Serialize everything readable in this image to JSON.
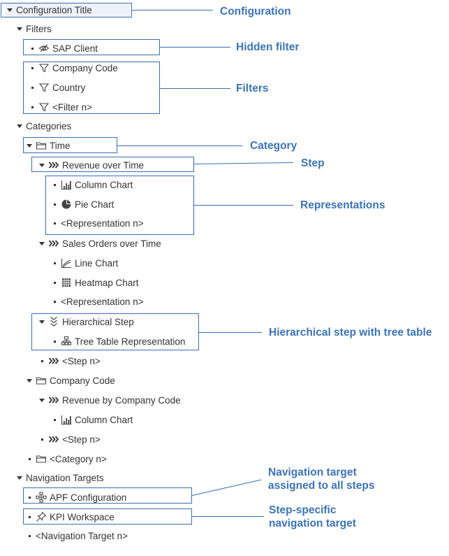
{
  "tree": [
    {
      "id": "config-title",
      "label": "Configuration Title",
      "expander": "arrow",
      "icon": ""
    },
    {
      "id": "filters",
      "label": "Filters",
      "expander": "arrow",
      "icon": ""
    },
    {
      "id": "sap-client",
      "label": "SAP Client",
      "expander": "dot",
      "icon": "eye-hidden-icon"
    },
    {
      "id": "company-code-filter",
      "label": "Company Code",
      "expander": "dot",
      "icon": "funnel-icon"
    },
    {
      "id": "country",
      "label": "Country",
      "expander": "dot",
      "icon": "funnel-icon"
    },
    {
      "id": "filter-n",
      "label": "<Filter n>",
      "expander": "dot",
      "icon": "funnel-icon"
    },
    {
      "id": "categories",
      "label": "Categories",
      "expander": "arrow",
      "icon": ""
    },
    {
      "id": "time",
      "label": "Time",
      "expander": "arrow",
      "icon": "folder-icon"
    },
    {
      "id": "revenue-over-time",
      "label": "Revenue over Time",
      "expander": "arrow",
      "icon": "step-chevrons-icon"
    },
    {
      "id": "column-chart-1",
      "label": "Column Chart",
      "expander": "dot",
      "icon": "column-chart-icon"
    },
    {
      "id": "pie-chart",
      "label": "Pie Chart",
      "expander": "dot",
      "icon": "pie-chart-icon"
    },
    {
      "id": "representation-n-1",
      "label": "<Representation n>",
      "expander": "dot",
      "icon": ""
    },
    {
      "id": "sales-orders-over-time",
      "label": "Sales Orders over Time",
      "expander": "arrow",
      "icon": "step-chevrons-icon"
    },
    {
      "id": "line-chart",
      "label": "Line Chart",
      "expander": "dot",
      "icon": "line-chart-icon"
    },
    {
      "id": "heatmap-chart",
      "label": "Heatmap Chart",
      "expander": "dot",
      "icon": "heatmap-icon"
    },
    {
      "id": "representation-n-2",
      "label": "<Representation n>",
      "expander": "dot",
      "icon": ""
    },
    {
      "id": "hierarchical-step",
      "label": "Hierarchical Step",
      "expander": "arrow",
      "icon": "hierarchy-chevrons-icon"
    },
    {
      "id": "tree-table-representation",
      "label": "Tree Table Representation",
      "expander": "dot",
      "icon": "tree-table-icon"
    },
    {
      "id": "step-n-1",
      "label": "<Step n>",
      "expander": "dot",
      "icon": "step-chevrons-icon"
    },
    {
      "id": "company-code-category",
      "label": "Company Code",
      "expander": "arrow",
      "icon": "folder-icon"
    },
    {
      "id": "revenue-by-company-code",
      "label": "Revenue by Company Code",
      "expander": "arrow",
      "icon": "step-chevrons-icon"
    },
    {
      "id": "column-chart-2",
      "label": "Column Chart",
      "expander": "dot",
      "icon": "column-chart-icon"
    },
    {
      "id": "step-n-2",
      "label": "<Step n>",
      "expander": "dot",
      "icon": "step-chevrons-icon"
    },
    {
      "id": "category-n",
      "label": "<Category n>",
      "expander": "dot",
      "icon": "folder-icon"
    },
    {
      "id": "navigation-targets",
      "label": "Navigation Targets",
      "expander": "arrow",
      "icon": ""
    },
    {
      "id": "apf-configuration",
      "label": "APF Configuration",
      "expander": "dot",
      "icon": "network-icon"
    },
    {
      "id": "kpi-workspace",
      "label": "KPI Workspace",
      "expander": "dot",
      "icon": "pin-icon"
    },
    {
      "id": "navigation-target-n",
      "label": "<Navigation Target n>",
      "expander": "dot",
      "icon": ""
    }
  ],
  "annotations": {
    "configuration": "Configuration",
    "hidden_filter": "Hidden filter",
    "filters": "Filters",
    "category": "Category",
    "step": "Step",
    "representations": "Representations",
    "hierarchical_step": "Hierarchical step with tree table",
    "nav_all_line1": "Navigation target",
    "nav_all_line2": "assigned to all steps",
    "nav_specific_line1": "Step-specific",
    "nav_specific_line2": "navigation target"
  },
  "colors": {
    "annotation": "#3b74b5",
    "box": "#3b6eb0",
    "title_highlight": "#edf2f8",
    "text": "#333333",
    "icon": "#444444"
  }
}
